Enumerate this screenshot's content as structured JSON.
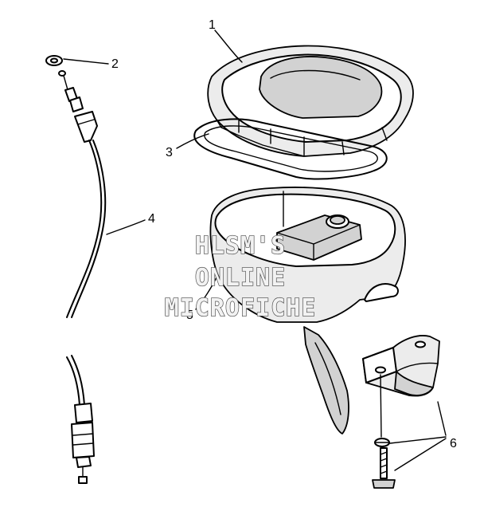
{
  "callouts": {
    "part1": "1",
    "part2": "2",
    "part3": "3",
    "part4": "4",
    "part5": "5",
    "part6": "6"
  },
  "watermark": {
    "line1": "HLSM'S",
    "line2": "ONLINE",
    "line3": "MICROFICHE"
  }
}
